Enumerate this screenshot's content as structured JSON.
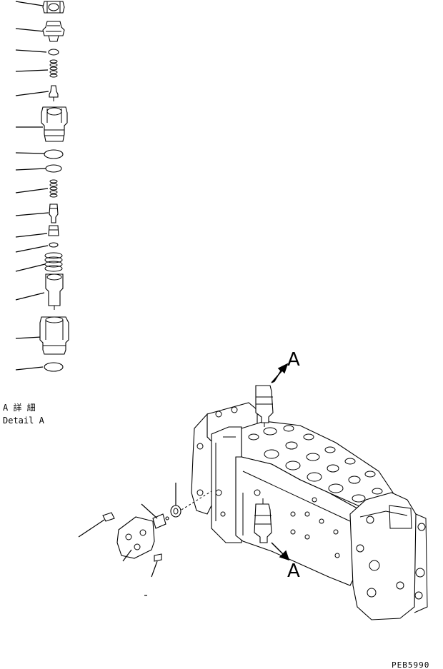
{
  "labels": {
    "detail_title_jp": "A 詳 細",
    "detail_title_en": "Detail A",
    "view_arrow_top": "A",
    "view_arrow_bottom": "A",
    "drawing_code": "PEB5990"
  }
}
